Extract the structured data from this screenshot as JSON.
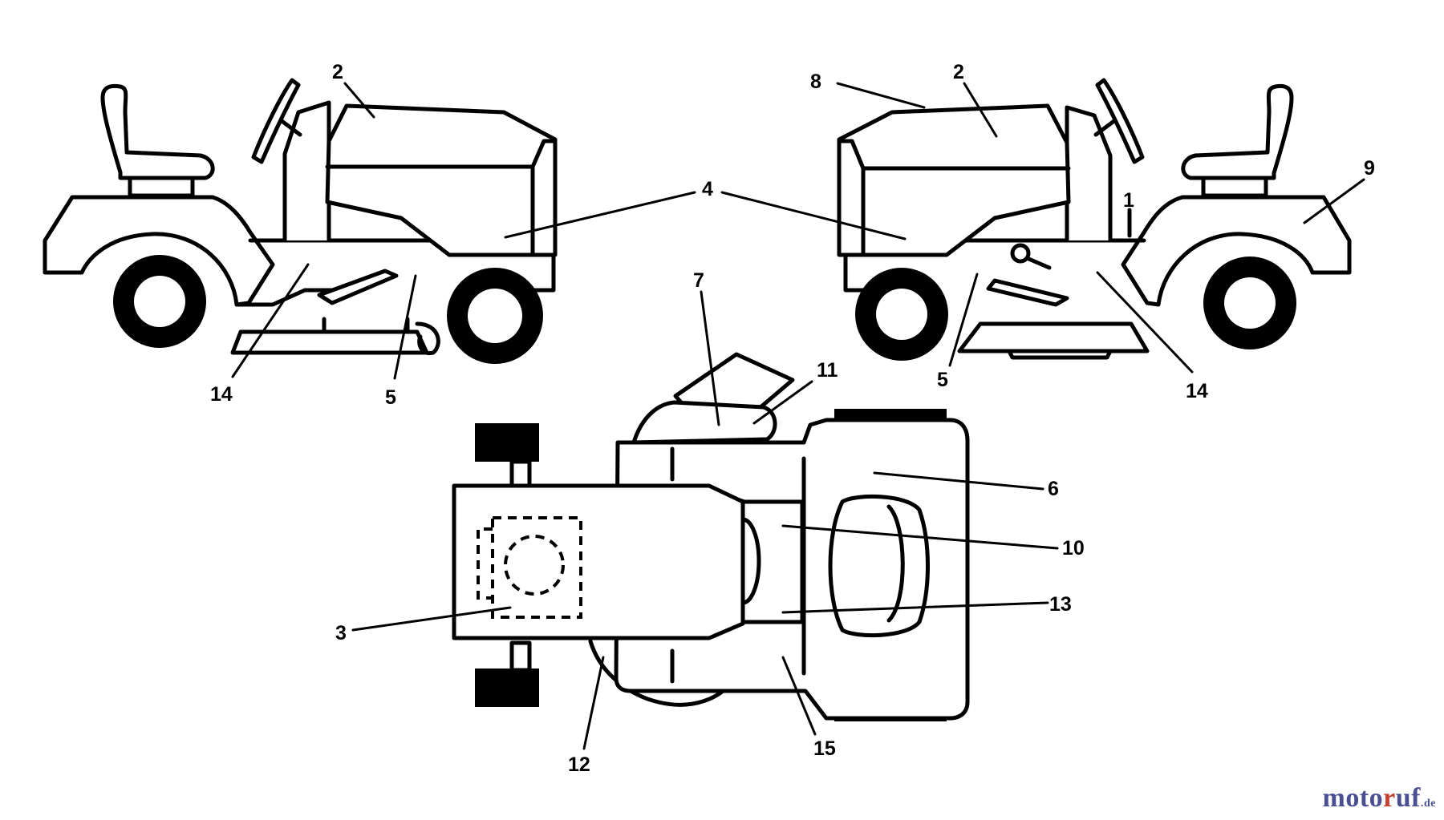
{
  "callouts": {
    "left_view": {
      "c2": "2",
      "c4": "4",
      "c14": "14",
      "c5": "5"
    },
    "right_view": {
      "c8": "8",
      "c2": "2",
      "c9": "9",
      "c1": "1",
      "c5": "5",
      "c14": "14"
    },
    "top_view": {
      "c7": "7",
      "c11": "11",
      "c6": "6",
      "c10": "10",
      "c13": "13",
      "c3": "3",
      "c12": "12",
      "c15": "15"
    }
  },
  "watermark": {
    "part1": "moto",
    "part2": "r",
    "part3": "uf",
    "part4": ".de"
  }
}
